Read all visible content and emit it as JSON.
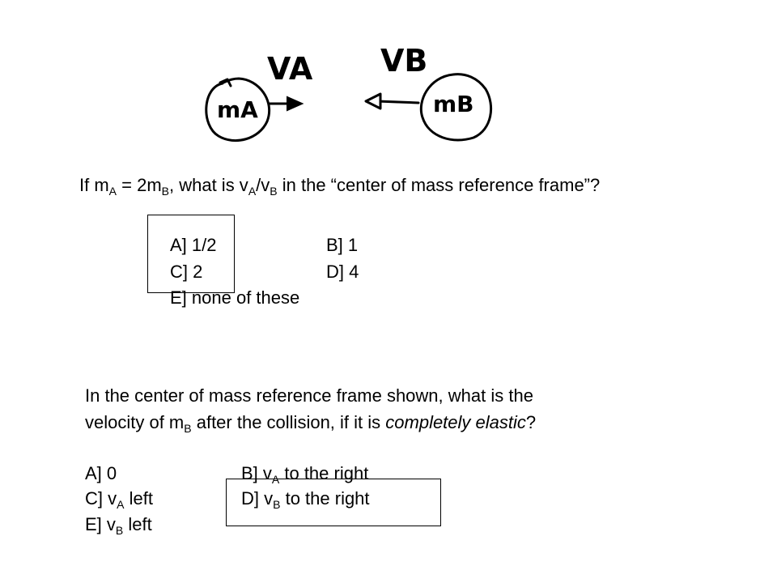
{
  "diagram": {
    "label_va": "VA",
    "label_vb": "VB",
    "label_ma": "mA",
    "label_mb": "mB"
  },
  "q1": {
    "t1": "If m",
    "s1": "A",
    "t2": " = 2m",
    "s2": "B",
    "t3": ", what is v",
    "s3": "A",
    "t4": "/v",
    "s4": "B",
    "t5": " in the “center of mass reference frame”?",
    "a": "A] 1/2",
    "b": "B] 1",
    "c": "C] 2",
    "d": "D] 4",
    "e": "E] none of these"
  },
  "q2": {
    "line1": "In the center of mass reference frame shown, what is the",
    "l2a": "velocity of m",
    "l2s": "B",
    "l2b": " after the collision, if it is ",
    "l2i": "completely elastic",
    "l2c": "?",
    "a": "A] 0",
    "b1": "B] v",
    "bs": "A",
    "b2": " to the right",
    "c1": "C] v",
    "cs": "A",
    "c2": " left",
    "d1": "D] v",
    "ds": "B",
    "d2": " to the right",
    "e1": "E] v",
    "es": "B",
    "e2": " left"
  }
}
